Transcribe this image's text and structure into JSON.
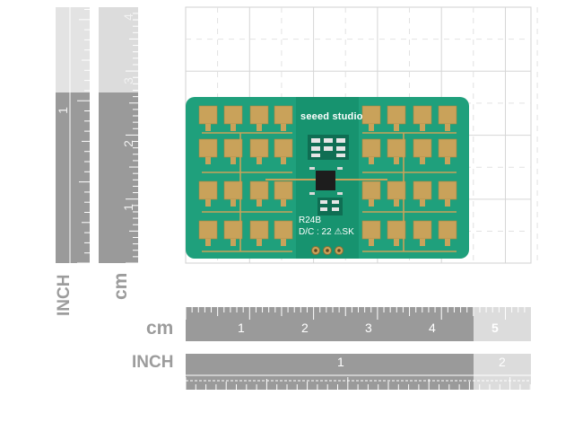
{
  "horizontal_ruler": {
    "unit_cm_label": "cm",
    "unit_inch_label": "INCH",
    "cm_numbers": [
      "1",
      "2",
      "3",
      "4",
      "5"
    ],
    "inch_numbers": [
      "1",
      "2"
    ]
  },
  "vertical_ruler": {
    "unit_cm_label": "cm",
    "unit_inch_label": "INCH",
    "cm_numbers": [
      "4",
      "3",
      "2",
      "1"
    ],
    "inch_numbers": [
      "1"
    ]
  },
  "pcb": {
    "brand": "seeed studio",
    "model": "R24B",
    "date_code": "D/C : 22 ⚠SK",
    "board_color": "#1fa07c",
    "pad_color": "#c9a25a"
  }
}
